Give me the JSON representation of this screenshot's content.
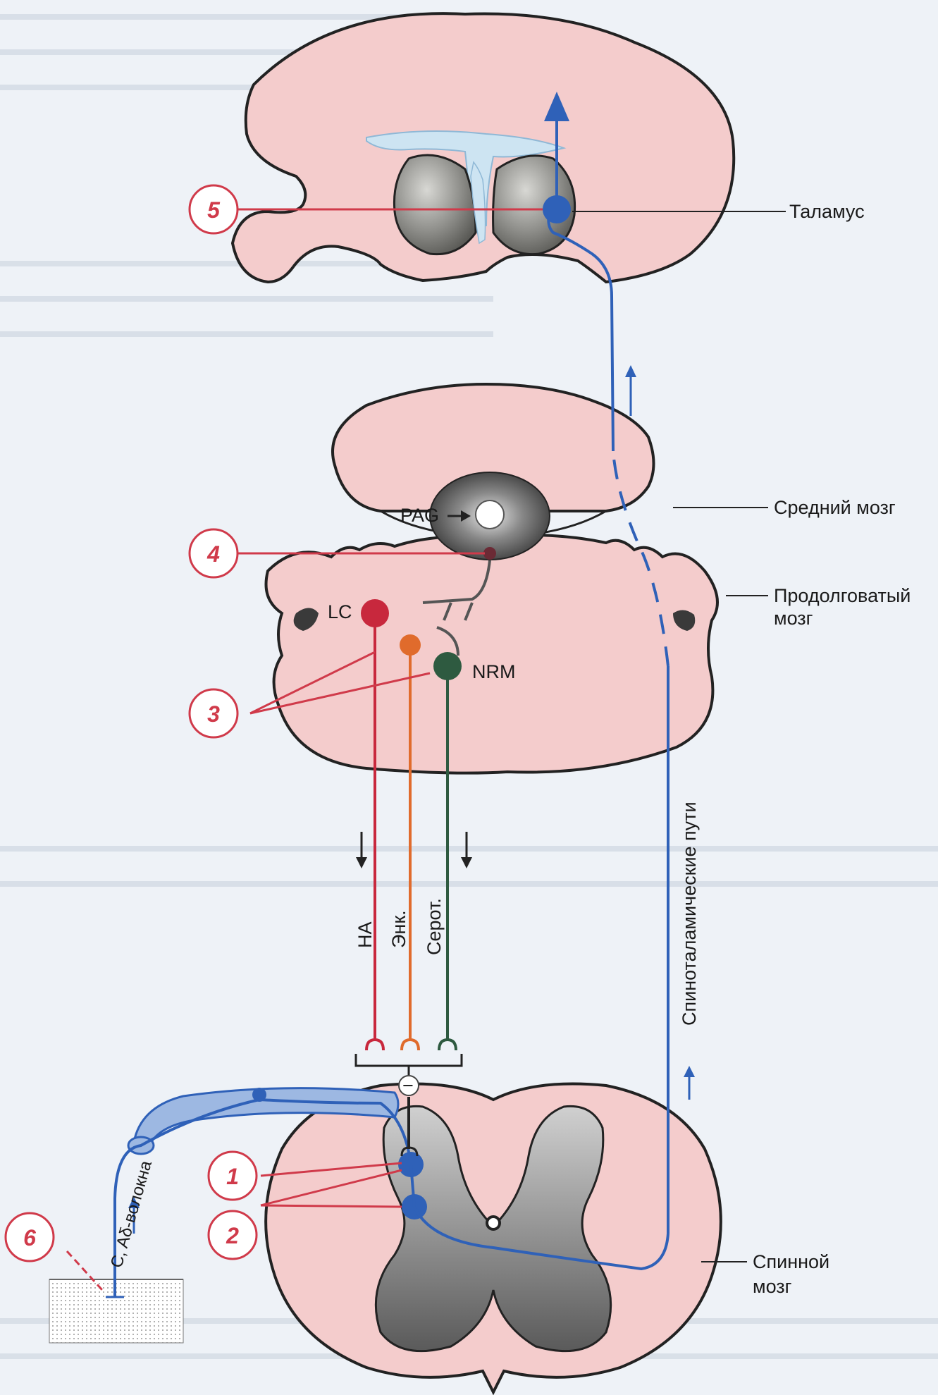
{
  "labels": {
    "thalamus": "Таламус",
    "midbrain": "Средний мозг",
    "medulla_line1": "Продолговатый",
    "medulla_line2": "мозг",
    "spinal_line1": "Спинной",
    "spinal_line2": "мозг",
    "spinothalamic": "Спиноталамические пути",
    "pag": "PAG",
    "lc": "LC",
    "nrm": "NRM",
    "na": "НА",
    "enk": "Энк.",
    "serot": "Серот.",
    "fibers": "C, Aδ-волокна",
    "inhibit": "−"
  },
  "markers": [
    "1",
    "2",
    "3",
    "4",
    "5",
    "6"
  ],
  "colors": {
    "tissue": "#f4cccc",
    "gray_matter": "#5e5e5e",
    "ventricle": "#cde4f2",
    "pathway_blue": "#2f61b8",
    "lc_red": "#c8283d",
    "enk_orange": "#e06b2c",
    "serot_green": "#2e5a40",
    "marker": "#d03a4a"
  }
}
